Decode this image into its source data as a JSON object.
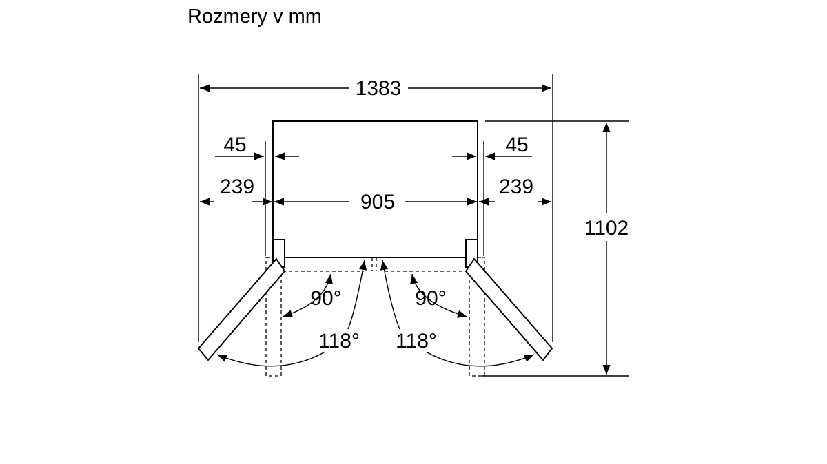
{
  "title": "Rozmery v mm",
  "dimensions": {
    "overall_width_open": "1383",
    "cabinet_width": "905",
    "depth_open": "1102",
    "left_side_clearance": "45",
    "right_side_clearance": "45",
    "left_door_swing_width": "239",
    "right_door_swing_width": "239"
  },
  "angles": {
    "left_inner": "90°",
    "right_inner": "90°",
    "left_outer": "118°",
    "right_outer": "118°"
  }
}
